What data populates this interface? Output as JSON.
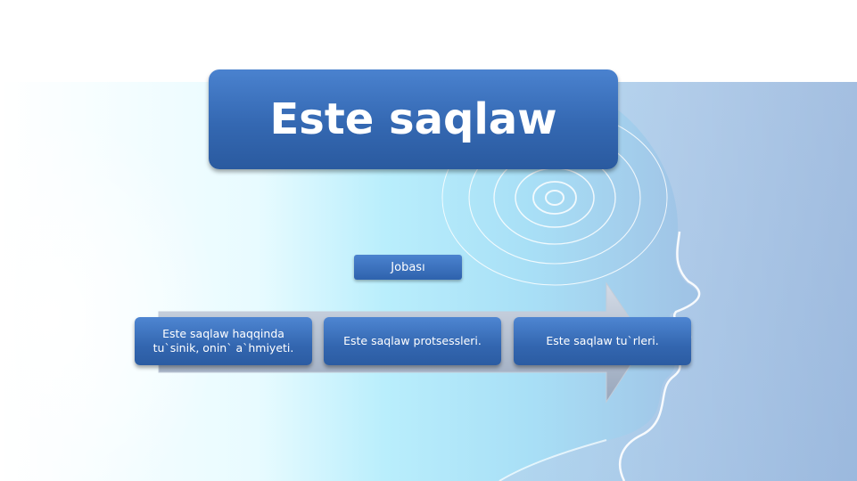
{
  "slide": {
    "title": "Este saqlaw",
    "objective_label": "Jobası",
    "steps": [
      {
        "text": "Este saqlaw haqqinda tu`sinik, onin` a`hmiyeti."
      },
      {
        "text": "Este saqlaw protsessleri."
      },
      {
        "text": "Este saqlaw tu`rleri."
      }
    ]
  },
  "colors": {
    "accent_blue": "#3468b2",
    "background_light": "#b9eefc",
    "background_dark": "#8eb0d8",
    "arrow_gray": "#a9b5c7"
  },
  "icons": {
    "background": "head-profile-with-waves-illustration",
    "flow": "right-arrow-shape"
  }
}
